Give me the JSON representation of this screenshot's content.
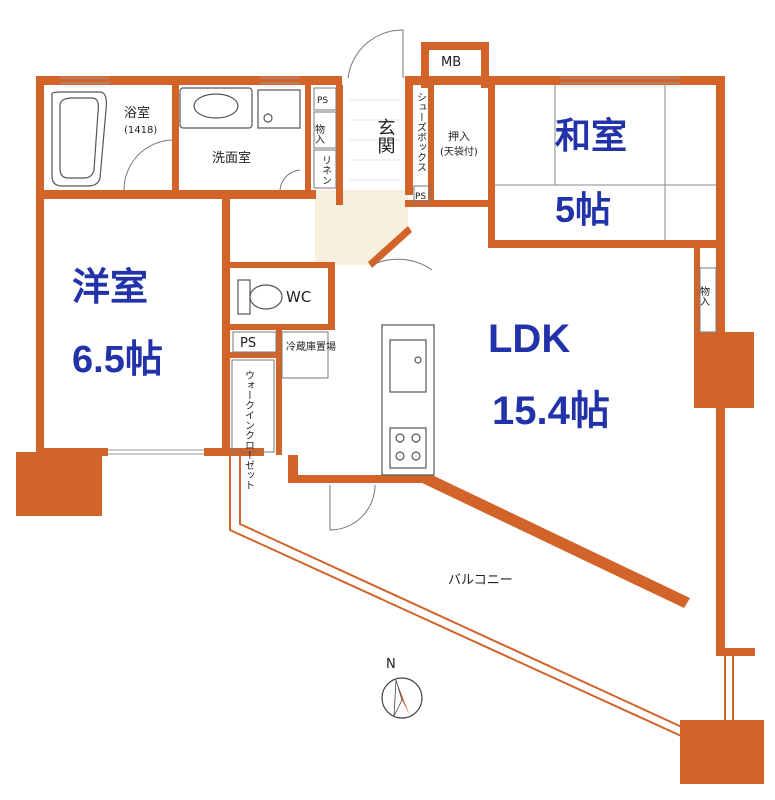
{
  "rooms": {
    "bath": {
      "name": "浴室",
      "size": "(1418)"
    },
    "washroom": {
      "name": "洗面室"
    },
    "western": {
      "name": "洋室",
      "size": "6.5帖"
    },
    "japanese": {
      "name": "和室",
      "size": "5帖"
    },
    "ldk": {
      "name": "LDK",
      "size": "15.4帖"
    },
    "entrance": {
      "name": "玄関"
    },
    "wc": {
      "name": "WC"
    },
    "balcony": {
      "name": "バルコニー"
    }
  },
  "labels": {
    "mb": "MB",
    "ps_top": "PS",
    "ps_mid": "PS",
    "ps_left": "PS",
    "storage_small": "物入",
    "linen": "リネン",
    "shoe_box": "シューズボックス",
    "closet": "押入",
    "closet_sub": "(天袋付)",
    "storage_right": "物入",
    "fridge": "冷蔵庫置場",
    "walkin": "ウォークインクローゼット"
  },
  "compass": {
    "north": "N"
  },
  "colors": {
    "wall": "#d2642a",
    "room_label": "#2233aa",
    "entrance_floor": "#f7f0df"
  }
}
